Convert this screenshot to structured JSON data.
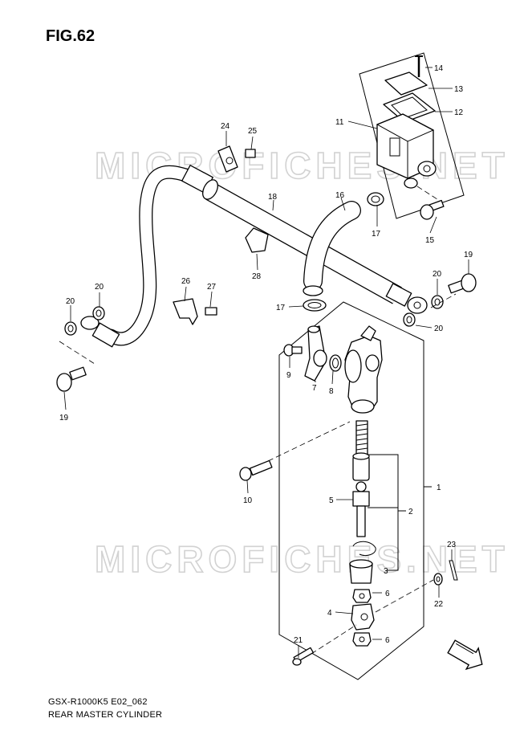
{
  "figure": {
    "title": "FIG.62",
    "model_code": "GSX-R1000K5 E02_062",
    "description": "REAR MASTER CYLINDER"
  },
  "watermark": {
    "text": "MICROFICHES.NET"
  },
  "callouts": {
    "c1": "1",
    "c2": "2",
    "c3": "3",
    "c4": "4",
    "c5": "5",
    "c6a": "6",
    "c6b": "6",
    "c7": "7",
    "c8": "8",
    "c9": "9",
    "c10": "10",
    "c11": "11",
    "c12": "12",
    "c13": "13",
    "c14": "14",
    "c15": "15",
    "c16": "16",
    "c17a": "17",
    "c17b": "17",
    "c18": "18",
    "c19a": "19",
    "c19b": "19",
    "c20a": "20",
    "c20b": "20",
    "c20c": "20",
    "c20d": "20",
    "c21": "21",
    "c22": "22",
    "c23": "23",
    "c24": "24",
    "c25": "25",
    "c26": "26",
    "c27": "27",
    "c28": "28"
  },
  "icons": {
    "fwd": "fwd-arrow-icon"
  }
}
